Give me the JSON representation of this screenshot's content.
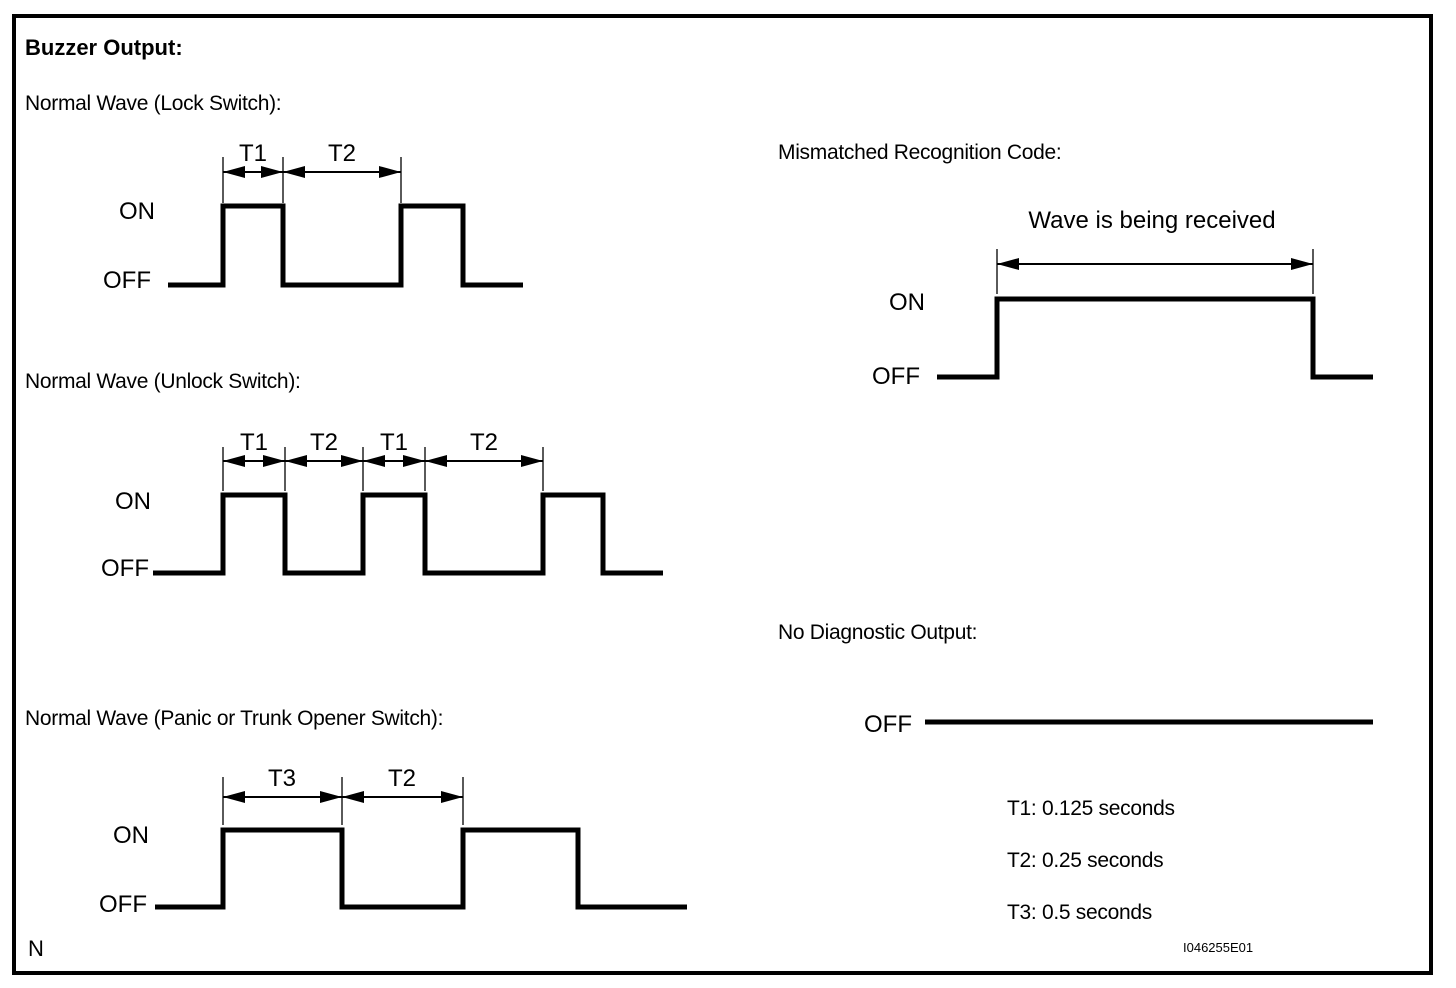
{
  "figure": {
    "title": "Buzzer Output:",
    "note_marker": "N",
    "figure_code": "I046255E01"
  },
  "waveforms": {
    "lock": {
      "title": "Normal Wave (Lock Switch):",
      "on_label": "ON",
      "off_label": "OFF",
      "dims": [
        "T1",
        "T2"
      ],
      "pulses": 2
    },
    "unlock": {
      "title": "Normal Wave (Unlock Switch):",
      "on_label": "ON",
      "off_label": "OFF",
      "dims": [
        "T1",
        "T2",
        "T1",
        "T2"
      ],
      "pulses": 3
    },
    "panic": {
      "title": "Normal Wave (Panic or Trunk Opener Switch):",
      "on_label": "ON",
      "off_label": "OFF",
      "dims": [
        "T3",
        "T2"
      ],
      "pulses": 2
    },
    "mismatched": {
      "title": "Mismatched Recognition Code:",
      "annotation": "Wave is being received",
      "on_label": "ON",
      "off_label": "OFF",
      "pulses": 1
    },
    "no_output": {
      "title": "No Diagnostic Output:",
      "off_label": "OFF",
      "pulses": 0
    }
  },
  "timing_legend": [
    "T1: 0.125 seconds",
    "T2: 0.25 seconds",
    "T3: 0.5 seconds"
  ]
}
